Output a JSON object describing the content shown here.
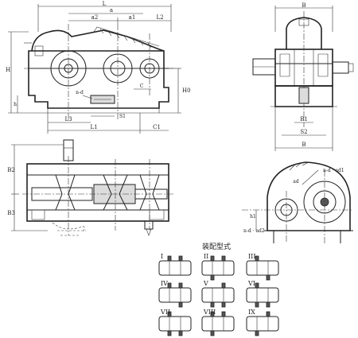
{
  "front_view": {
    "dims": {
      "L": "L",
      "a": "a",
      "a1": "a1",
      "a2": "a2",
      "L2": "L2",
      "H": "H",
      "H0": "H0",
      "h": "h",
      "C": "C",
      "nd": "n-d",
      "S1": "S1",
      "L3": "L3",
      "L1": "L1",
      "C1": "C1"
    }
  },
  "side_view": {
    "dims": {
      "B": "B",
      "B1": "B1",
      "S2": "S2",
      "B_bottom": "B"
    }
  },
  "plan_view": {
    "dims": {
      "B2": "B2",
      "B3": "B3"
    }
  },
  "shaft_view": {
    "dims": {
      "nd_a1": "n-d · ad1",
      "ad": "ad",
      "h1": "h1",
      "nd_ad2": "n-d · ad2"
    }
  },
  "assembly": {
    "title": "装配型式",
    "forms": [
      {
        "label": "I"
      },
      {
        "label": "II"
      },
      {
        "label": "III"
      },
      {
        "label": "IV"
      },
      {
        "label": "V"
      },
      {
        "label": "VI"
      },
      {
        "label": "VII"
      },
      {
        "label": "VIII"
      },
      {
        "label": "IX"
      }
    ]
  }
}
